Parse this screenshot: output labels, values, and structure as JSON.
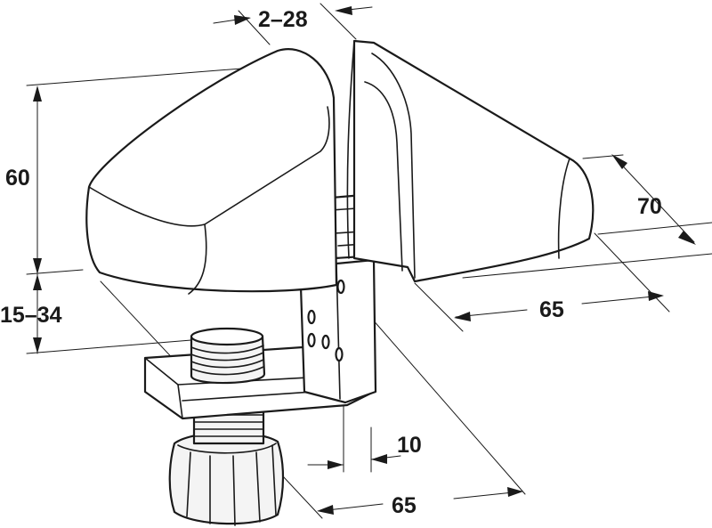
{
  "drawing": {
    "dimensions": {
      "glass_thickness": "2–28",
      "height": "60",
      "clamp_range": "15–34",
      "depth": "70",
      "length_top": "65",
      "offset": "10",
      "length_bottom": "65"
    }
  }
}
